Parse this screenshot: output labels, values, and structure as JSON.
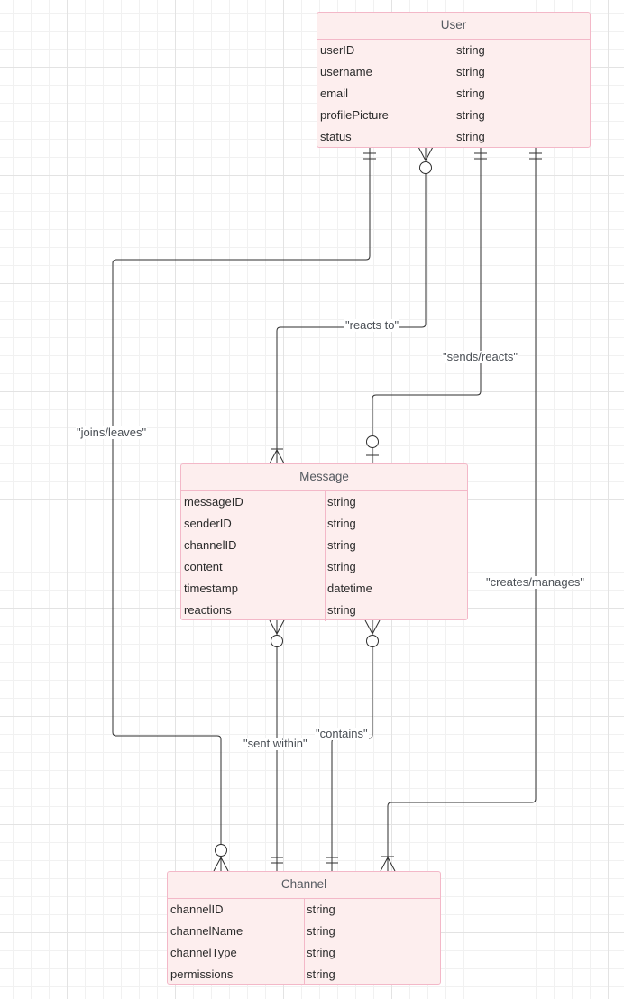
{
  "entities": {
    "user": {
      "title": "User",
      "attributes": [
        {
          "name": "userID",
          "type": "string"
        },
        {
          "name": "username",
          "type": "string"
        },
        {
          "name": "email",
          "type": "string"
        },
        {
          "name": "profilePicture",
          "type": "string"
        },
        {
          "name": "status",
          "type": "string"
        }
      ]
    },
    "message": {
      "title": "Message",
      "attributes": [
        {
          "name": "messageID",
          "type": "string"
        },
        {
          "name": "senderID",
          "type": "string"
        },
        {
          "name": "channelID",
          "type": "string"
        },
        {
          "name": "content",
          "type": "string"
        },
        {
          "name": "timestamp",
          "type": "datetime"
        },
        {
          "name": "reactions",
          "type": "string"
        }
      ]
    },
    "channel": {
      "title": "Channel",
      "attributes": [
        {
          "name": "channelID",
          "type": "string"
        },
        {
          "name": "channelName",
          "type": "string"
        },
        {
          "name": "channelType",
          "type": "string"
        },
        {
          "name": "permissions",
          "type": "string"
        }
      ]
    }
  },
  "relationships": {
    "joins_leaves": {
      "label": "\"joins/leaves\""
    },
    "reacts_to": {
      "label": "\"reacts to\""
    },
    "sends_reacts": {
      "label": "\"sends/reacts\""
    },
    "creates_manages": {
      "label": "\"creates/manages\""
    },
    "sent_within": {
      "label": "\"sent within\""
    },
    "contains": {
      "label": "\"contains\""
    }
  },
  "colors": {
    "entity_fill": "#fdeeee",
    "entity_border": "#f3b8c8",
    "line": "#2e2e2e"
  }
}
